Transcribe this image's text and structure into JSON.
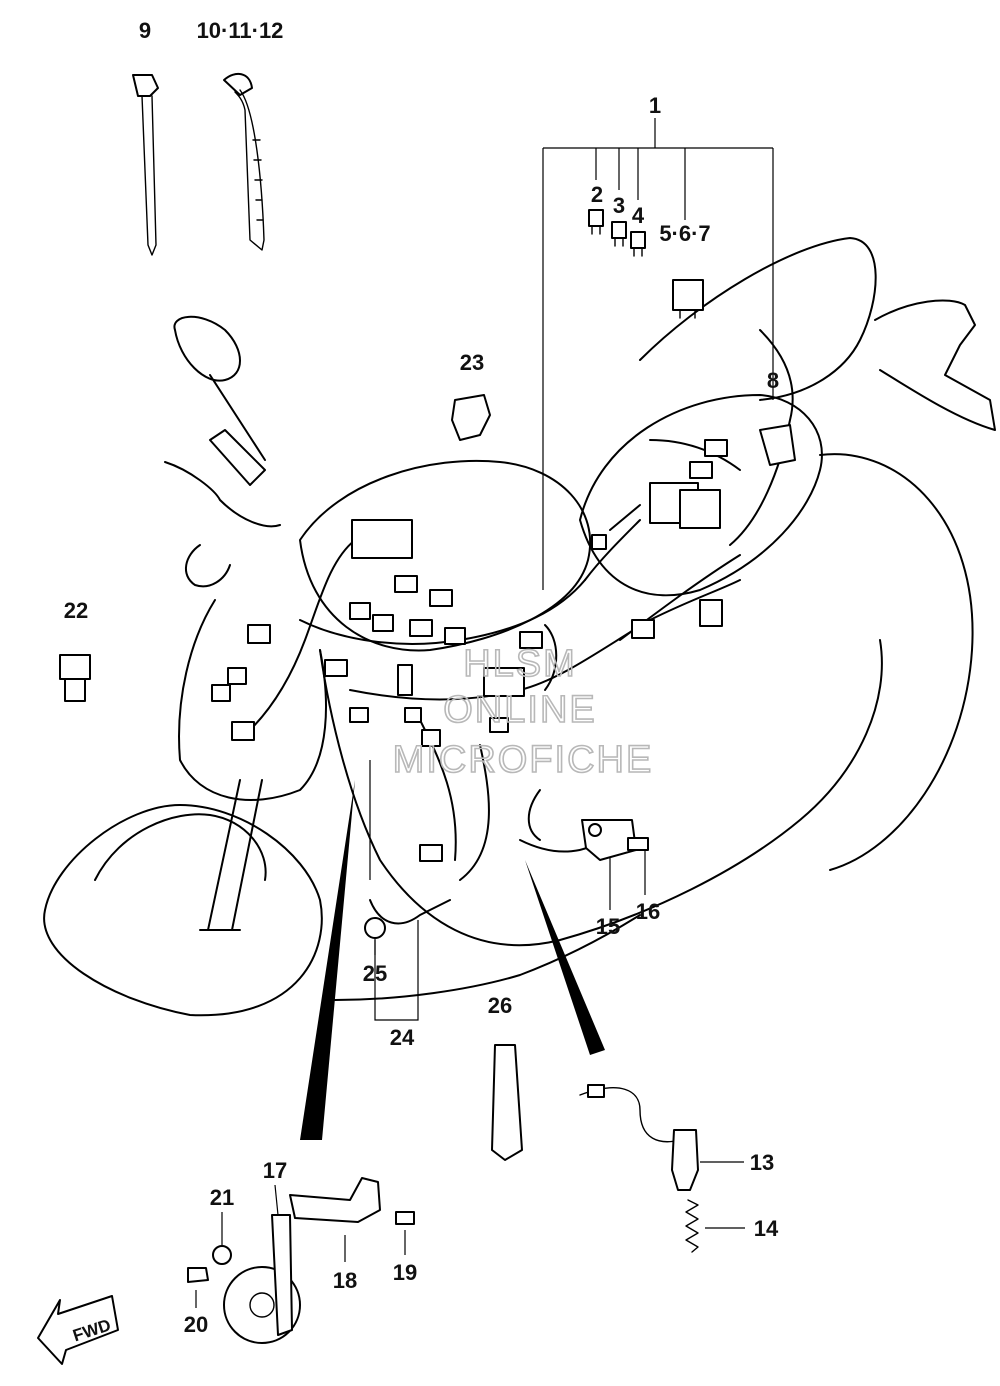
{
  "watermark": {
    "line1": "HLSM",
    "line2": "ONLINE",
    "line3": "MICROFICHE"
  },
  "fwd_label": "FWD",
  "parts": {
    "p1": "1",
    "p2": "2",
    "p3": "3",
    "p4": "4",
    "p5_7": "5·6·7",
    "p8": "8",
    "p9": "9",
    "p10_12": "10·11·12",
    "p13": "13",
    "p14": "14",
    "p15": "15",
    "p16": "16",
    "p17": "17",
    "p18": "18",
    "p19": "19",
    "p20": "20",
    "p21": "21",
    "p22": "22",
    "p23": "23",
    "p24": "24",
    "p25": "25",
    "p26": "26"
  }
}
